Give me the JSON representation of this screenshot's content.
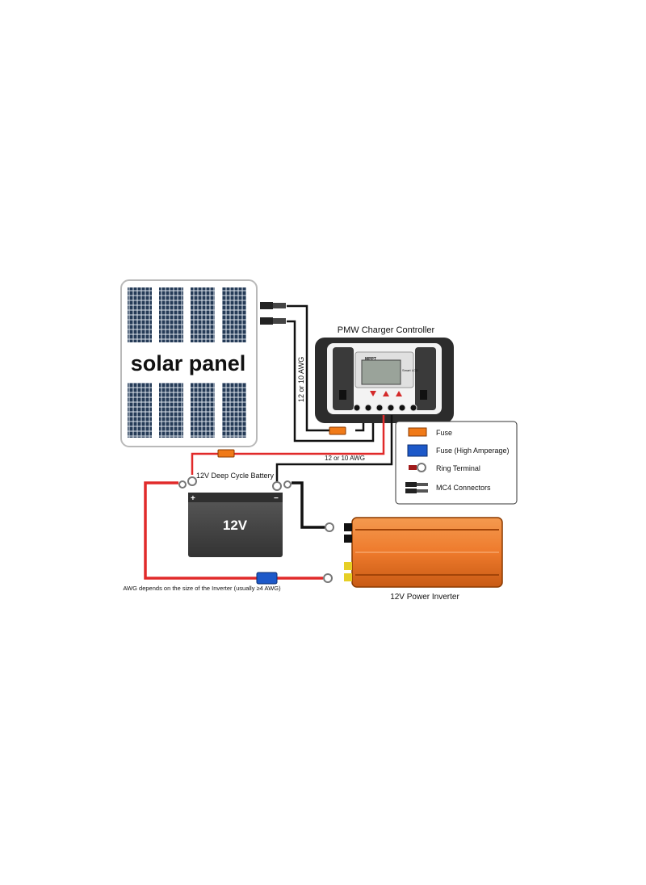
{
  "solar_panel": {
    "label": "solar panel"
  },
  "controller": {
    "title": "PMW Charger Controller",
    "brand": "MPPT",
    "subbrand": "Smart LCD"
  },
  "wires": {
    "panel_to_controller": "12 or 10 AWG",
    "controller_to_battery": "12 or 10 AWG",
    "battery_to_inverter_note": "AWG depends on the size of the Inverter (usually ≥4 AWG)"
  },
  "battery": {
    "title": "12V Deep Cycle Battery",
    "voltage": "12V",
    "plus": "+",
    "minus": "−"
  },
  "inverter": {
    "title": "12V Power Inverter"
  },
  "legend": {
    "items": [
      {
        "label": "Fuse",
        "icon": "fuse-icon"
      },
      {
        "label": "Fuse (High Amperage)",
        "icon": "high-amperage-fuse-icon"
      },
      {
        "label": "Ring Terminal",
        "icon": "ring-terminal-icon"
      },
      {
        "label": "MC4 Connectors",
        "icon": "mc4-connector-icon"
      }
    ]
  },
  "colors": {
    "wire_red": "#e12a2a",
    "wire_black": "#111111",
    "fuse_orange": "#f07a18",
    "fuse_blue": "#1d59c9",
    "inverter_orange": "#ee7a2c",
    "battery_body": "#454545",
    "panel_cell": "#253b57"
  }
}
